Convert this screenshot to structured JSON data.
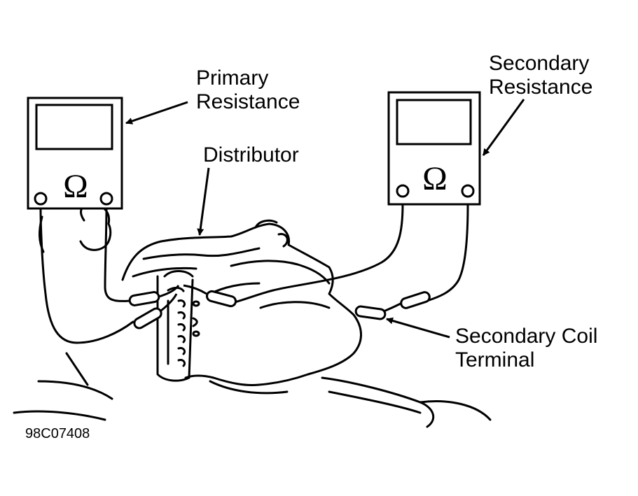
{
  "labels": {
    "primary_line1": "Primary",
    "primary_line2": "Resistance",
    "secondary_line1": "Secondary",
    "secondary_line2": "Resistance",
    "distributor": "Distributor",
    "coil_line1": "Secondary Coil",
    "coil_line2": "Terminal"
  },
  "figure_code": "98C07408",
  "meter_symbol": "Ω",
  "colors": {
    "ink": "#000000",
    "paper": "#ffffff"
  }
}
